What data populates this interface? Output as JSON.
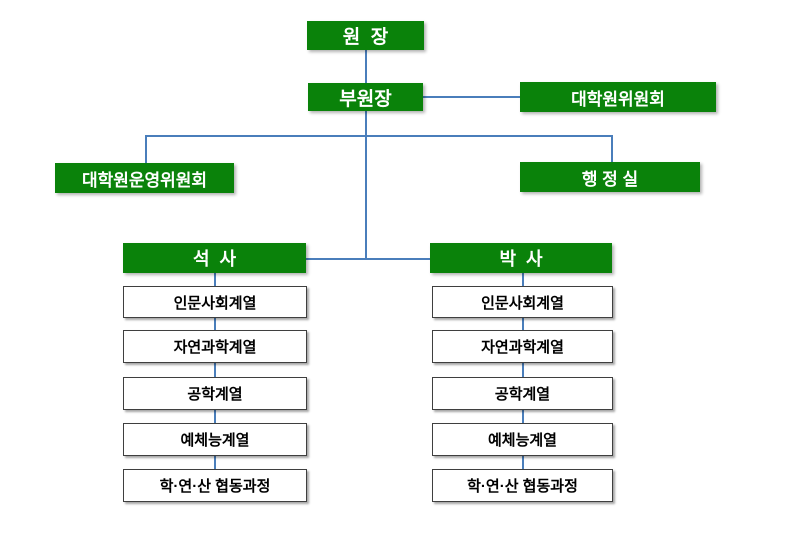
{
  "diagram": {
    "type": "org-chart",
    "nodes": {
      "director": "원  장",
      "vice_director": "부원장",
      "graduate_committee": "대학원위원회",
      "operating_committee": "대학원운영위원회",
      "admin_office": "행 정 실",
      "masters": "석  사",
      "doctoral": "박  사"
    },
    "masters_tracks": [
      "인문사회계열",
      "자연과학계열",
      "공학계열",
      "예체능계열",
      "학·연·산 협동과정"
    ],
    "doctoral_tracks": [
      "인문사회계열",
      "자연과학계열",
      "공학계열",
      "예체능계열",
      "학·연·산 협동과정"
    ],
    "colors": {
      "node_fill_green": "#0A820A",
      "node_text_white": "#FFFFFF",
      "connector_blue": "#4A7EBB",
      "track_fill": "#FFFFFF",
      "track_border": "#3F3F3F",
      "track_text": "#000000"
    }
  }
}
